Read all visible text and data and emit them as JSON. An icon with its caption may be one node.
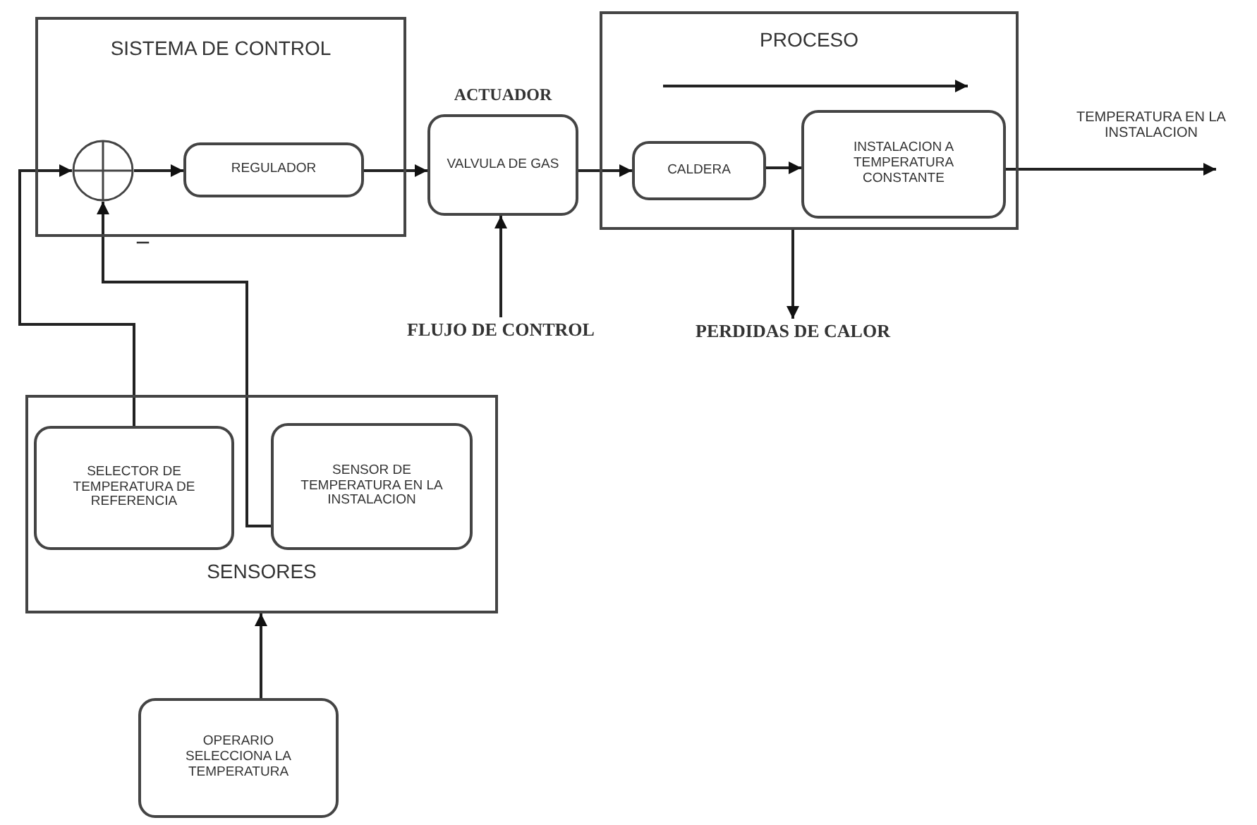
{
  "diagram": {
    "nodes": [
      {
        "text": [
          "SISTEMA DE CONTROL"
        ]
      },
      {
        "text": [],
        "shape": "circle",
        "in": 0
      },
      {
        "text": [
          "REGULADOR"
        ],
        "in": 0
      },
      {
        "text": [
          "ACTUADOR",
          "VALVULA DE GAS"
        ]
      },
      {
        "text": [
          "PROCESO"
        ]
      },
      {
        "text": [
          "CALDERA"
        ],
        "in": 4
      },
      {
        "text": [
          "INSTALACION A TEMPERATURA CONSTANTE"
        ],
        "in": 4
      },
      {
        "text": [
          "SENSORES"
        ]
      },
      {
        "text": [
          "SELECTOR DE TEMPERATURA DE REFERENCIA"
        ],
        "in": 7
      },
      {
        "text": [
          "SENSOR DE TEMPERATURA EN LA INSTALACION"
        ],
        "in": 7
      },
      {
        "text": [
          "OPERARIO SELECCIONA LA TEMPERATURA"
        ]
      },
      {
        "text": [
          "FLUJO DE CONTROL"
        ]
      },
      {
        "text": [
          "PERDIDAS DE CALOR"
        ]
      }
    ],
    "edges": [
      {
        "from": 8,
        "to": 1,
        "arrow": "to"
      },
      {
        "from": 9,
        "to": 1,
        "arrow": "to"
      },
      {
        "from": 1,
        "to": 2,
        "arrow": "to"
      },
      {
        "from": 2,
        "to": 3,
        "arrow": "to"
      },
      {
        "from": 3,
        "to": 5,
        "arrow": "to"
      },
      {
        "from": 5,
        "to": 6,
        "arrow": "to"
      },
      {
        "from": 6,
        "to": null,
        "arrow": "to",
        "label": "TEMPERATURA EN LA INSTALACION"
      },
      {
        "from": 11,
        "to": 3,
        "arrow": "to"
      },
      {
        "from": 4,
        "to": 12,
        "arrow": "to"
      },
      {
        "from": 10,
        "to": 7,
        "arrow": "to"
      }
    ],
    "labels": [
      "−"
    ]
  }
}
